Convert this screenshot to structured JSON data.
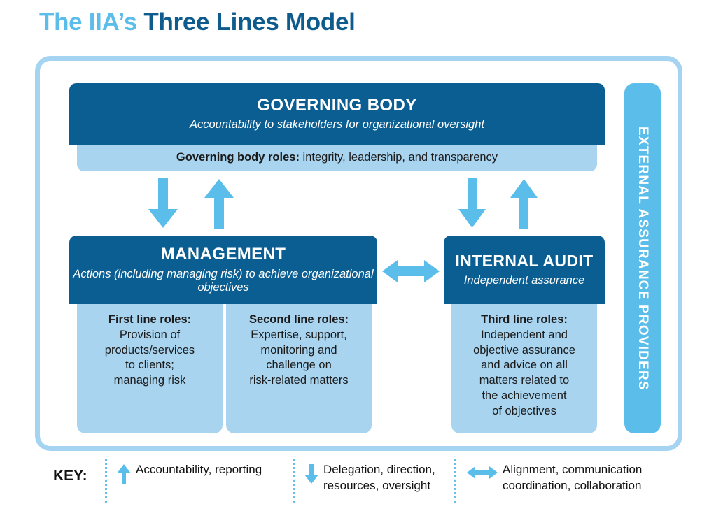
{
  "title": {
    "light": "The IIA’s ",
    "dark": "Three Lines Model"
  },
  "colors": {
    "dark_blue": "#0A5E92",
    "light_blue": "#A8D4F0",
    "medium_blue": "#5BBDEA",
    "frame_blue": "#A5D4F2",
    "title_light": "#5BBDEA",
    "title_dark": "#0E5C8E"
  },
  "governing_body": {
    "title": "GOVERNING BODY",
    "subtitle": "Accountability to stakeholders for organizational oversight",
    "roles_label": "Governing body roles:",
    "roles_text": " integrity, leadership, and transparency"
  },
  "management": {
    "title": "MANAGEMENT",
    "subtitle_line1": "Actions (including managing risk) to",
    "subtitle_line2": "achieve organizational objectives",
    "columns": [
      {
        "heading": "First line roles:",
        "lines": [
          "Provision of",
          "products/services",
          "to clients;",
          "managing risk"
        ]
      },
      {
        "heading": "Second line roles:",
        "lines": [
          "Expertise, support,",
          "monitoring and",
          "challenge on",
          "risk-related matters"
        ]
      }
    ]
  },
  "internal_audit": {
    "title": "INTERNAL AUDIT",
    "subtitle": "Independent assurance",
    "column": {
      "heading": "Third line roles:",
      "lines": [
        "Independent and",
        "objective assurance",
        "and advice on all",
        "matters related to",
        "the achievement",
        "of objectives"
      ]
    }
  },
  "external_assurance": {
    "label": "EXTERNAL ASSURANCE PROVIDERS"
  },
  "key": {
    "label": "KEY:",
    "items": [
      {
        "icon": "arrow-up-icon",
        "line1": "Accountability, reporting",
        "line2": ""
      },
      {
        "icon": "arrow-down-icon",
        "line1": "Delegation, direction,",
        "line2": "resources, oversight"
      },
      {
        "icon": "arrow-left-right-icon",
        "line1": "Alignment, communication",
        "line2": "coordination, collaboration"
      }
    ]
  },
  "arrows": [
    {
      "name": "gov-to-management-down-arrow",
      "direction": "down"
    },
    {
      "name": "management-to-gov-up-arrow",
      "direction": "up"
    },
    {
      "name": "gov-to-internal-audit-down-arrow",
      "direction": "down"
    },
    {
      "name": "internal-audit-to-gov-up-arrow",
      "direction": "up"
    },
    {
      "name": "management-internal-audit-double-arrow",
      "direction": "left-right"
    }
  ]
}
